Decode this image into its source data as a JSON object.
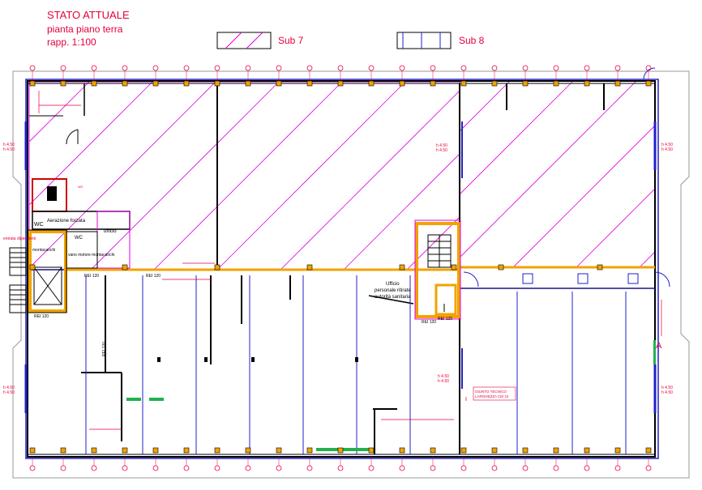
{
  "header": {
    "title": "STATO ATTUALE",
    "subtitle": "pianta piano terra",
    "scale": "rapp. 1:100"
  },
  "legend": {
    "sub7_label": "Sub 7",
    "sub8_label": "Sub 8"
  },
  "rooms": {
    "wc_top": "WC",
    "wc_left": "WC",
    "wc_right": "WC",
    "aerazione": "Aerazione forzata",
    "ufficio_small": "ufficio",
    "montacarichi": "montacarichi",
    "vano_motore": "vano motore montacarichi",
    "ufficio_big_1": "Ufficio",
    "ufficio_big_2": "personale ritirate",
    "ufficio_big_3": "autorità sanitaria",
    "entrata": "entrata dipendenti",
    "giunto_1": "GIUNTO TECNICO",
    "giunto_2": "LARGHEZZA CM 10"
  },
  "labels": {
    "rei_1": "REI 120",
    "rei_2": "REI 120",
    "rei_3": "REI 120",
    "rei_4": "REI 120",
    "rei_5": "REI 120",
    "rei_6": "REI 120",
    "h1a": "h 4.50",
    "h1b": "h 4.50",
    "h2a": "h 4.50",
    "h2b": "h 4.50",
    "h3a": "h 4.50",
    "h3b": "h 4.50",
    "h4a": "h 4.50",
    "h4b": "h 4.50",
    "h5a": "h 4.50",
    "h5b": "h 4.50",
    "h6a": "h 4.50",
    "h6b": "h 4.50",
    "mark_a": "A"
  },
  "colors": {
    "title": "#e4003c",
    "hatch_sub7": "#e000e0",
    "outline_sub8": "#2020c8",
    "walls": "#000000",
    "orange": "#f2a300"
  }
}
